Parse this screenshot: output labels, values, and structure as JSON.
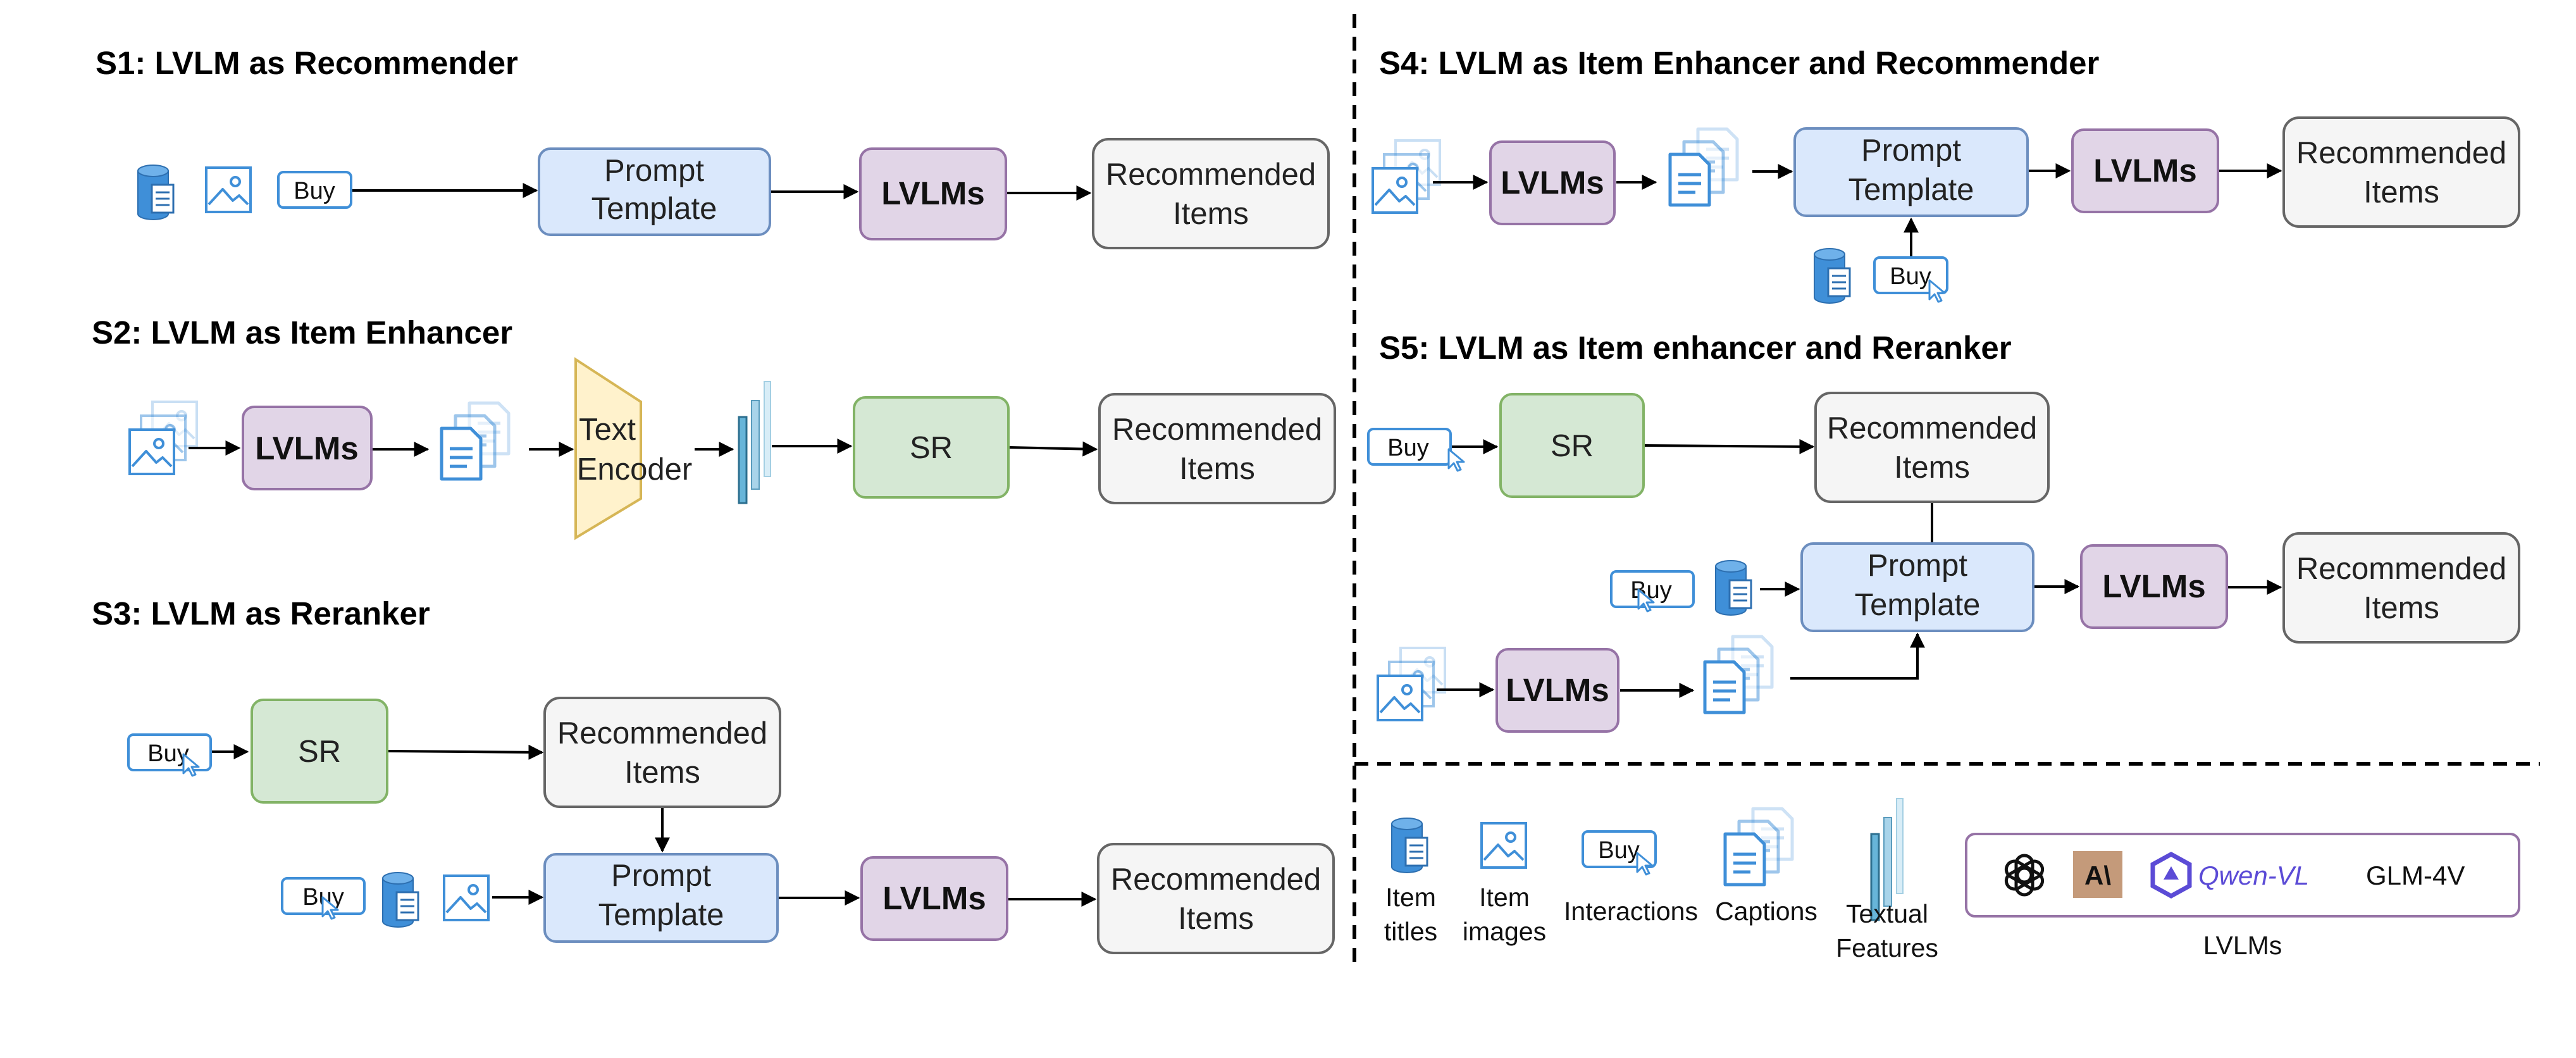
{
  "sections": {
    "s1": {
      "title": "S1: LVLM as Recommender"
    },
    "s2": {
      "title": "S2: LVLM as Item Enhancer"
    },
    "s3": {
      "title": "S3: LVLM as Reranker"
    },
    "s4": {
      "title": "S4: LVLM as Item Enhancer and Recommender"
    },
    "s5": {
      "title": "S5: LVLM as  Item enhancer and Reranker"
    }
  },
  "boxes": {
    "prompt_line1": "Prompt",
    "prompt_line2": "Template",
    "lvlms": "LVLMs",
    "recommended_line1": "Recommended",
    "recommended_line2": "Items",
    "sr": "SR",
    "encoder_line1": "Text",
    "encoder_line2": "Encoder",
    "buy": "Buy"
  },
  "legend": {
    "item_titles_line1": "Item",
    "item_titles_line2": "titles",
    "item_images_line1": "Item",
    "item_images_line2": "images",
    "interactions": "Interactions",
    "captions": "Captions",
    "textual_features_line1": "Textual",
    "textual_features_line2": "Features",
    "lvlms_caption": "LVLMs",
    "models": {
      "anthropic": "A\\",
      "qwen": "Qwen-VL",
      "glm": "GLM-4V"
    }
  },
  "colors": {
    "prompt_fill": "#dae8fc",
    "prompt_stroke": "#6c8ebf",
    "lvlm_fill": "#e1d5e7",
    "lvlm_stroke": "#9673a6",
    "rec_fill": "#f5f5f5",
    "rec_stroke": "#666666",
    "sr_fill": "#d5e8d4",
    "sr_stroke": "#82b366",
    "encoder_fill": "#fff2cc",
    "encoder_stroke": "#d6b656",
    "icon_blue": "#3f8fd8"
  }
}
